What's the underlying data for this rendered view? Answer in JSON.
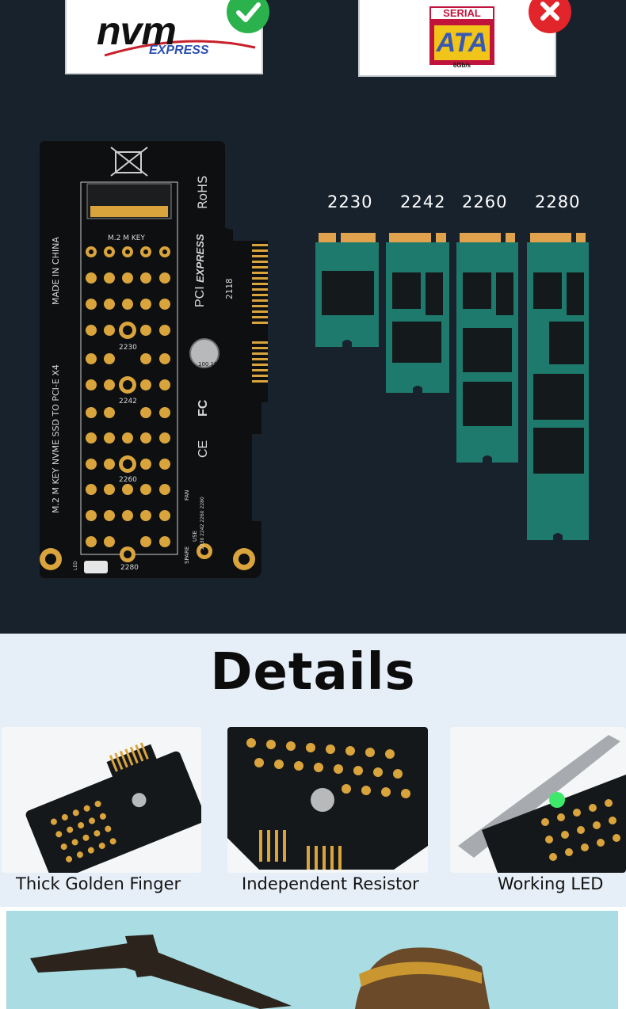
{
  "logos": {
    "nvme": {
      "word": "nvm",
      "sub": "EXPRESS",
      "status": "supported",
      "status_icon": "check-icon",
      "status_color": "#2bb24c"
    },
    "sata": {
      "word": "SERIAL",
      "ata": "ATA",
      "speed": "6Gb/s",
      "status": "not-supported",
      "status_icon": "x-icon",
      "status_color": "#e2242b"
    }
  },
  "board": {
    "rohs": "RoHS",
    "made_in": "MADE IN CHINA",
    "product": "M.2 M KEY NVME SSD TO PCI-E X4",
    "key_label": "M.2 M KEY",
    "pci": "PCI",
    "express": "EXPRESS",
    "code": "2118",
    "cap_label": "100 16V VT",
    "fan": "FAN",
    "spare": "SPARE",
    "use": "USE",
    "spare_sizes": "2230 2242 2260 2280",
    "led": "LED",
    "positions": [
      "2230",
      "2242",
      "2260",
      "2280"
    ],
    "cert_fc": "FC",
    "cert_ce": "CE"
  },
  "ssd_sizes": [
    "2230",
    "2242",
    "2260",
    "2280"
  ],
  "details": {
    "title": "Details",
    "items": [
      {
        "caption": "Thick Golden Finger"
      },
      {
        "caption": "Independent Resistor"
      },
      {
        "caption": "Working LED"
      }
    ]
  },
  "colors": {
    "background": "#18222d",
    "pcb": "#0d0f10",
    "gold": "#d9a43c",
    "ssd_green": "#1f7a6e",
    "details_bg": "#e6eef7",
    "banner_bg": "#a9dde3"
  }
}
